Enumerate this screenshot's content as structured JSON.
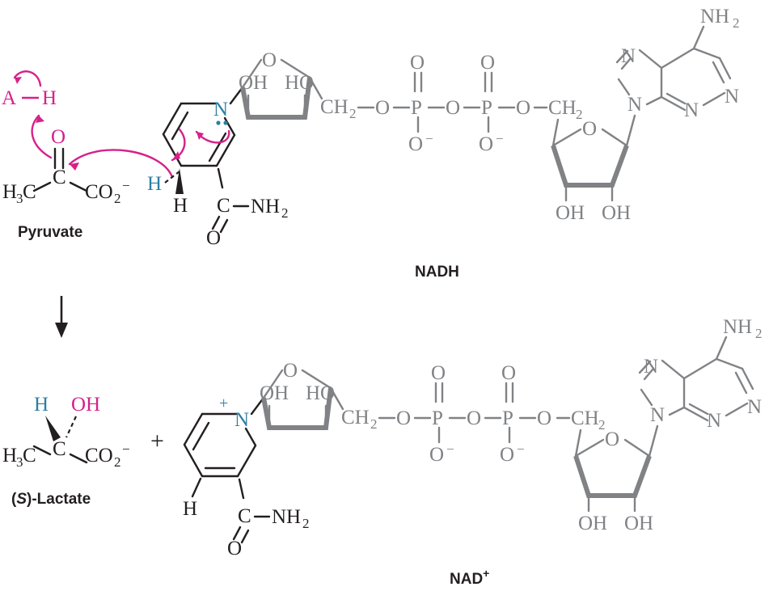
{
  "figure": {
    "title": "Pyruvate reduction to (S)-lactate by NADH",
    "domain": "chemical reaction mechanism diagram",
    "background": "#ffffff"
  },
  "colors": {
    "black": "#231f20",
    "gray": "#808285",
    "pink": "#d6218b",
    "blue": "#2c7fa3"
  },
  "labels": {
    "pyruvate": "Pyruvate",
    "lactate_prefix": "(",
    "lactate_italic": "S",
    "lactate_suffix": ")-Lactate",
    "nadh": "NADH",
    "nad_text": "NAD",
    "nad_charge": "+",
    "plus_sign": "+"
  },
  "reactants": {
    "acid": {
      "A": "A",
      "H": "H",
      "dash": "—"
    },
    "pyruvate": {
      "methyl": "H",
      "methyl_sub": "3",
      "methyl_c": "C",
      "carbonyl_c": "C",
      "carbonyl_o": "O",
      "carboxylate": "CO",
      "carboxylate_sub": "2",
      "carboxylate_charge": "−"
    }
  },
  "products": {
    "lactate": {
      "h_wedge": "H",
      "oh_dash": "OH",
      "methyl": "H",
      "methyl_sub": "3",
      "methyl_c": "C",
      "central_c": "C",
      "carboxylate": "CO",
      "carboxylate_sub": "2",
      "carboxylate_charge": "−"
    }
  },
  "nadh_structure": {
    "nicotinamide": {
      "ring_n": "N",
      "lone_pair": "··",
      "h_blue": "H",
      "h_black": "H",
      "amide_c": "C",
      "amide_o": "O",
      "amide_n": "NH",
      "amide_n_sub": "2"
    },
    "nicotinamide_ribose": {
      "ring_o": "O",
      "oh_left": "OH",
      "oh_right": "HO",
      "ch2": "CH",
      "ch2_sub": "2"
    },
    "pyrophosphate": {
      "o_bridge_1": "O",
      "p1": "P",
      "p1_double_o": "O",
      "p1_minus_o": "O",
      "p1_minus_charge": "−",
      "o_bridge_2": "O",
      "p2": "P",
      "p2_double_o": "O",
      "p2_minus_o": "O",
      "p2_minus_charge": "−",
      "o_bridge_3": "O"
    },
    "adenosine": {
      "ch2": "CH",
      "ch2_sub": "2",
      "ring_o": "O",
      "oh_left": "OH",
      "oh_right": "OH",
      "n9": "N",
      "n7": "N",
      "n1": "N",
      "n3": "N",
      "nh2": "NH",
      "nh2_sub": "2"
    }
  },
  "nad_plus_structure": {
    "pyridinium": {
      "ring_n": "N",
      "charge": "+",
      "h_black": "H",
      "amide_c": "C",
      "amide_o": "O",
      "amide_n": "NH",
      "amide_n_sub": "2"
    },
    "nicotinamide_ribose": {
      "ring_o": "O",
      "oh_left": "OH",
      "oh_right": "HO",
      "ch2": "CH",
      "ch2_sub": "2"
    },
    "pyrophosphate": {
      "o_bridge_1": "O",
      "p1": "P",
      "p1_double_o": "O",
      "p1_minus_o": "O",
      "p1_minus_charge": "−",
      "o_bridge_2": "O",
      "p2": "P",
      "p2_double_o": "O",
      "p2_minus_o": "O",
      "p2_minus_charge": "−",
      "o_bridge_3": "O"
    },
    "adenosine": {
      "ch2": "CH",
      "ch2_sub": "2",
      "ring_o": "O",
      "oh_left": "OH",
      "oh_right": "OH",
      "n9": "N",
      "n7": "N",
      "n1": "N",
      "n3": "N",
      "nh2": "NH",
      "nh2_sub": "2"
    }
  },
  "mechanism_arrows": [
    {
      "name": "arrow-ah-to-a",
      "description": "curved arrow from A-H bond to A (base abstraction)"
    },
    {
      "name": "arrow-carbonyl-o-to-h",
      "description": "curved arrow from carbonyl oxygen lone pair to H of A-H"
    },
    {
      "name": "arrow-hydride-to-carbonyl-c",
      "description": "curved arrow from C4-H hydride of NADH to pyruvate carbonyl carbon"
    },
    {
      "name": "arrow-ring-double-bond-to-c4",
      "description": "curved arrow within nicotinamide ring from C2=C3 toward C4"
    },
    {
      "name": "arrow-n-lone-pair-to-ring",
      "description": "curved arrow from nitrogen lone pair into ring"
    }
  ]
}
